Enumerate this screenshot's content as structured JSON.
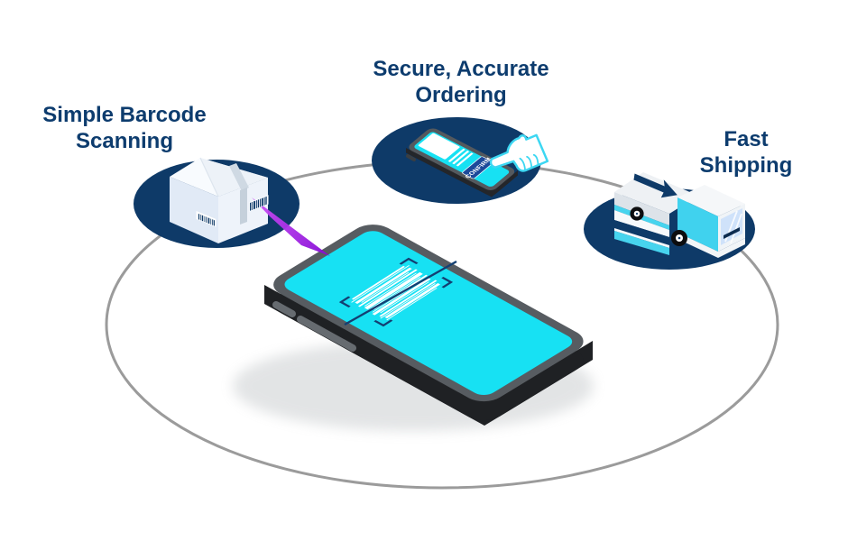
{
  "title": "Barcode scanning feature infographic",
  "features": [
    {
      "id": "scanning",
      "lines": [
        "Simple Barcode",
        "Scanning"
      ],
      "icon": "package-box-with-barcode"
    },
    {
      "id": "ordering",
      "lines": [
        "Secure, Accurate",
        "Ordering"
      ],
      "icon": "phone-confirm-hand",
      "button_label": "CONFIRM"
    },
    {
      "id": "shipping",
      "lines": [
        "Fast",
        "Shipping"
      ],
      "icon": "delivery-truck"
    }
  ],
  "colors": {
    "navy": "#0e3a68",
    "text": "#0d3c6e",
    "screen_cyan": "#17e1f3",
    "truck_cyan": "#47d4ee",
    "phone_frame": "#575c61",
    "phone_side": "#1f2124",
    "confirm_blue": "#1d4598",
    "beam_start": "#cb4ef5",
    "beam_end": "#860bd6",
    "orbit_gray": "#9b9b9b",
    "barcode_white": "#ffffff"
  },
  "patterns": {
    "main_barcode_bars": [
      [
        10,
        4,
        68,
        2
      ],
      [
        6,
        7,
        76,
        1
      ],
      [
        8,
        10,
        72,
        3
      ],
      [
        12,
        14,
        62,
        1
      ],
      [
        6,
        16,
        76,
        2
      ],
      [
        10,
        20,
        68,
        1
      ],
      [
        8,
        22,
        73,
        4
      ],
      [
        6,
        27,
        70,
        1
      ],
      [
        12,
        29,
        70,
        2
      ],
      [
        8,
        32,
        70,
        1
      ],
      [
        6,
        34,
        74,
        3
      ],
      [
        12,
        38,
        64,
        1
      ],
      [
        8,
        41,
        74,
        2
      ],
      [
        6,
        44,
        72,
        1
      ],
      [
        10,
        46,
        70,
        3
      ],
      [
        8,
        50,
        66,
        1
      ]
    ],
    "box_label_bars": [
      [
        2,
        1.2,
        1,
        1
      ],
      [
        4.2,
        0.8,
        1,
        1
      ],
      [
        6.2,
        1.6,
        1,
        1
      ],
      [
        9.2,
        0.8,
        1,
        1
      ],
      [
        11.2,
        1,
        1,
        1
      ],
      [
        13.6,
        1.8,
        1,
        1
      ],
      [
        16.6,
        0.8,
        1,
        1
      ],
      [
        18.6,
        1.2,
        1,
        1
      ],
      [
        20.6,
        1,
        1,
        1
      ]
    ],
    "source_bars": [
      [
        0,
        1.4,
        1,
        1
      ],
      [
        2.4,
        1,
        1,
        1
      ],
      [
        4.4,
        2,
        1,
        1
      ],
      [
        7.4,
        1,
        1,
        1
      ],
      [
        9.4,
        1.4,
        1,
        1
      ],
      [
        11.8,
        1,
        1,
        1
      ],
      [
        13.8,
        2,
        1,
        1
      ],
      [
        16.8,
        1,
        1,
        1
      ],
      [
        18.6,
        1.4,
        1,
        1
      ]
    ]
  }
}
